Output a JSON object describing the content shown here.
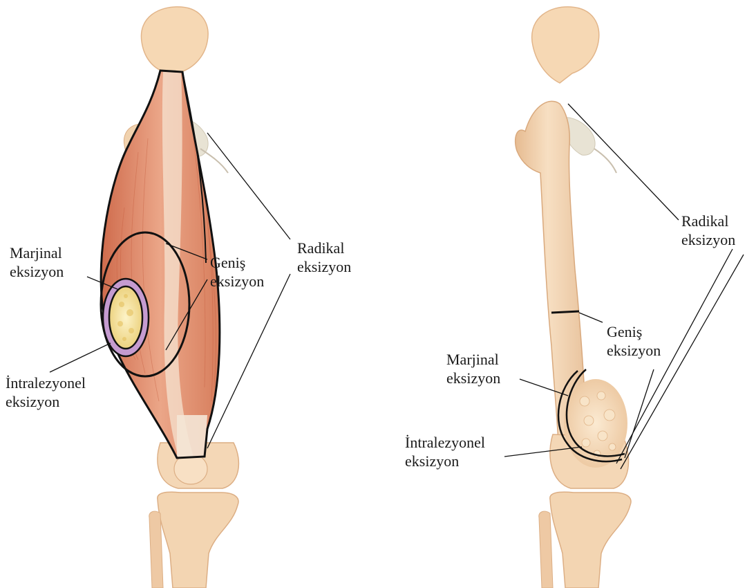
{
  "colors": {
    "bone": "#f3d7b6",
    "bone_shade": "#e4b98f",
    "bone_light": "#fbe9d4",
    "muscle": "#e39a7c",
    "muscle_dark": "#d0704f",
    "tendon": "#f4e6d6",
    "tumor": "#f3dc8c",
    "tumor_light": "#fbf0c0",
    "pseudocapsule": "#c7a0d0",
    "outline": "#111111"
  },
  "left_panel": {
    "marginal": [
      "Marjinal",
      "eksizyon"
    ],
    "wide": [
      "Geniş",
      "eksizyon"
    ],
    "intralesional": [
      "İntralezyonel",
      "eksizyon"
    ],
    "radical": [
      "Radikal",
      "eksizyon"
    ]
  },
  "right_panel": {
    "radical": [
      "Radikal",
      "eksizyon"
    ],
    "wide": [
      "Geniş",
      "eksizyon"
    ],
    "marginal": [
      "Marjinal",
      "eksizyon"
    ],
    "intralesional": [
      "İntralezyonel",
      "eksizyon"
    ]
  }
}
